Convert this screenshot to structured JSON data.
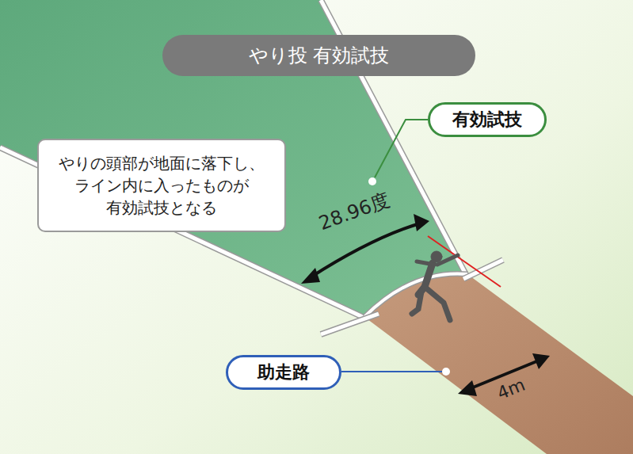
{
  "diagram": {
    "title": "やり投 有効試技",
    "nodes": [
      {
        "text": [
          "やりの頭部が地面に落下し、 ライン内に入ったものが 有効試技となる"
        ]
      },
      {
        "text": [
          "有効試技"
        ]
      },
      {
        "text": [
          "助走路"
        ]
      }
    ],
    "labels": [
      "28.96度",
      "4m"
    ]
  }
}
